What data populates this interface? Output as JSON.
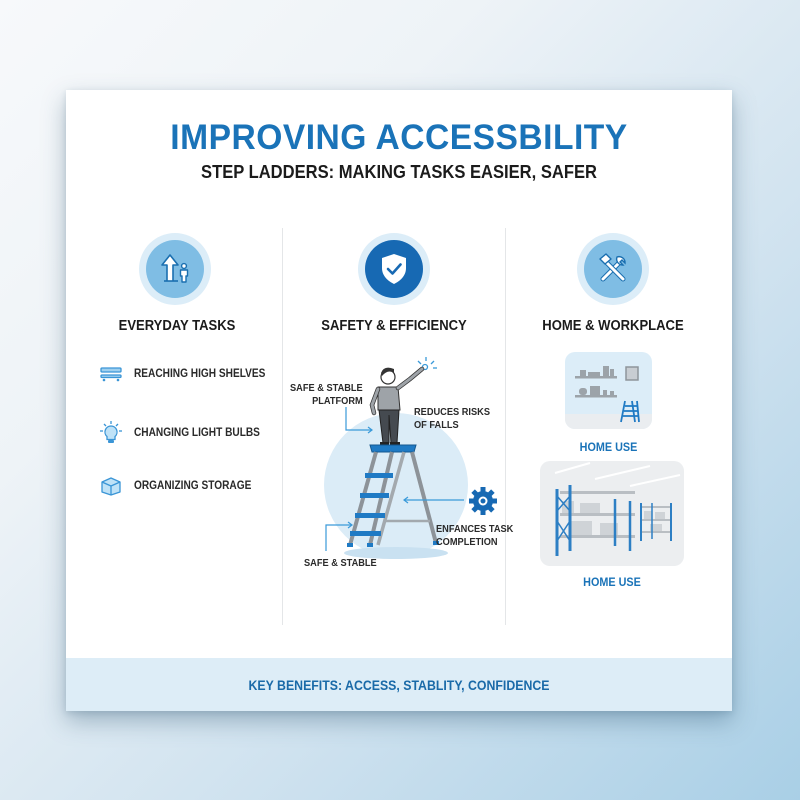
{
  "header": {
    "title": "IMPROVING ACCESSBILITY",
    "subtitle": "STEP LADDERS: MAKING TASKS EASIER, SAFER"
  },
  "columns": [
    {
      "title": "EVERYDAY TASKS",
      "icon": "arrow-up-person-icon",
      "tasks": [
        {
          "icon": "shelf-icon",
          "label": "REACHING HIGH SHELVES"
        },
        {
          "icon": "light-bulb-icon",
          "label": "CHANGING LIGHT BULBS"
        },
        {
          "icon": "box-icon",
          "label": "ORGANIZING STORAGE"
        }
      ]
    },
    {
      "title": "SAFETY & EFFICIENCY",
      "icon": "shield-check-icon",
      "callouts": {
        "platform": "SAFE & STABLE\nPLATFORM",
        "falls": "REDUCES RISKS\nOF FALLS",
        "completion": "ENFANCES TASK\nCOMPLETION",
        "stable": "SAFE & STABLE"
      }
    },
    {
      "title": "HOME & WORKPLACE",
      "icon": "tools-icon",
      "photos": [
        {
          "caption": "HOME USE",
          "scene": "home-shelves-with-ladder"
        },
        {
          "caption": "HOME USE",
          "scene": "warehouse-shelving"
        }
      ]
    }
  ],
  "footer": {
    "text": "KEY BENEFITS: ACCESS, STABLITY, CONFIDENCE"
  },
  "colors": {
    "primary": "#1a73b8",
    "icon_light": "#7fbde4",
    "icon_dark": "#1769b3",
    "footer_bg": "#ddedf7",
    "text_dark": "#1b1b1b"
  }
}
